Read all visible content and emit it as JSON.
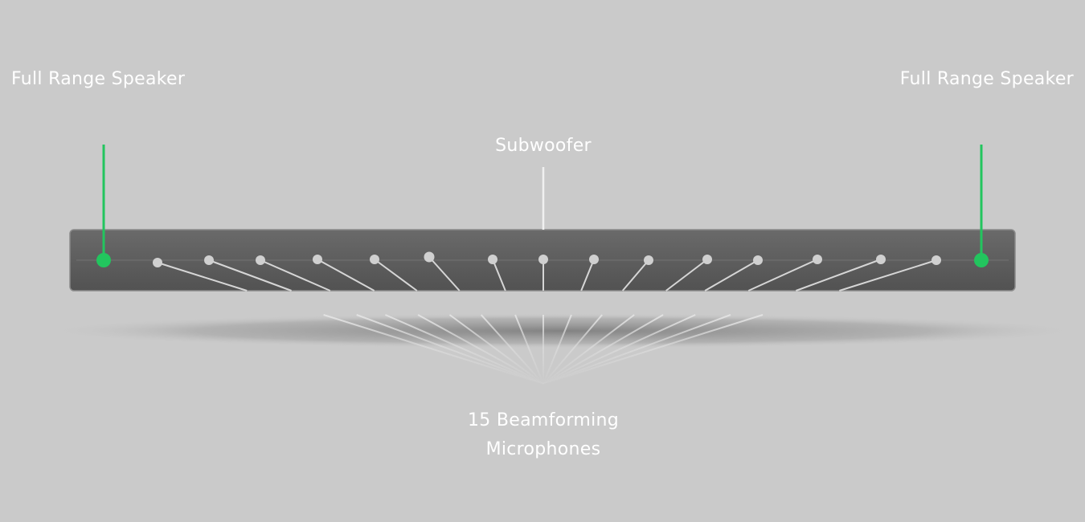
{
  "labels": {
    "left_speaker": "Full Range Speaker",
    "right_speaker": "Full Range Speaker",
    "subwoofer": "Subwoofer",
    "microphones_line1": "15 Beamforming",
    "microphones_line2": "Microphones"
  },
  "colors": {
    "background": "#cacaca",
    "bar": "#5c5c5c",
    "speaker_marker": "#22c55e",
    "mic_marker": "#d0d0d0",
    "text": "#ffffff"
  },
  "microphone_count": 15
}
